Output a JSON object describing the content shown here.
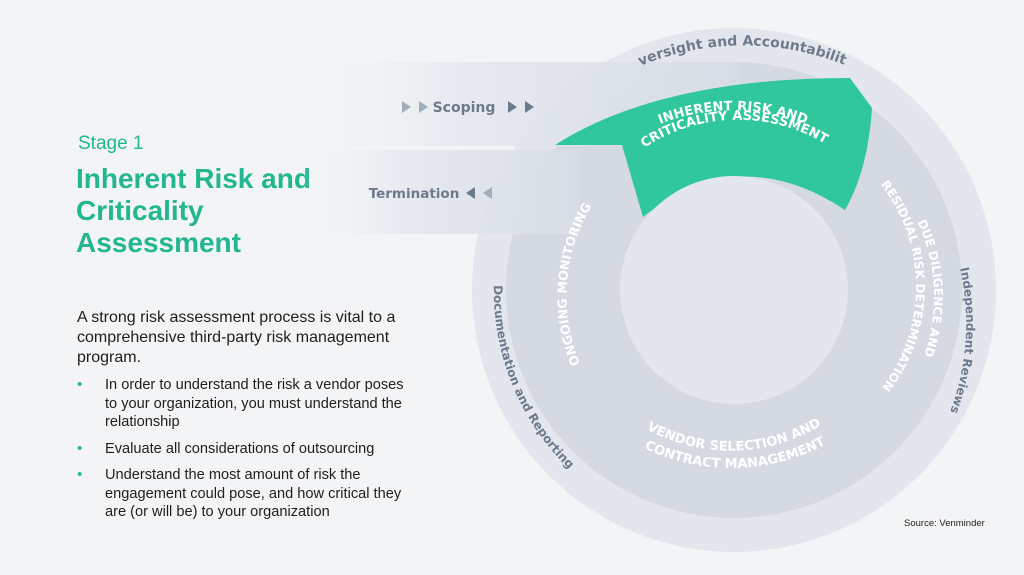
{
  "stage_label": "Stage 1",
  "title": "Inherent Risk and Criticality Assessment",
  "intro": "A strong risk assessment process is vital to a comprehensive third-party risk management program.",
  "bullets": [
    "In order to understand the risk a vendor poses to your organization, you must understand the relationship",
    "Evaluate all considerations of outsourcing",
    "Understand the most amount of risk the engagement could pose, and how critical they are (or will be) to your organization"
  ],
  "source": "Source: Venminder",
  "diagram": {
    "outer_ring": {
      "top": "Oversight and Accountability",
      "right": "Independent Reviews",
      "left": "Documentation and Reporting"
    },
    "inner_ring": {
      "highlighted_segment": [
        "INHERENT RISK AND",
        "CRITICALITY ASSESSMENT"
      ],
      "right_segment": [
        "DUE DILIGENCE AND",
        "RESIDUAL RISK DETERMINATION"
      ],
      "bottom_segment": [
        "VENDOR SELECTION AND",
        "CONTRACT MANAGEMENT"
      ],
      "left_segment": "ONGOING MONITORING"
    },
    "entry_arrow": "Scoping",
    "exit_arrow": "Termination",
    "colors": {
      "highlight": "#2fc79b",
      "ring": "#d4d9e2",
      "ring_outer": "#e3e6ec",
      "text_grey": "#6d7a8c"
    }
  }
}
